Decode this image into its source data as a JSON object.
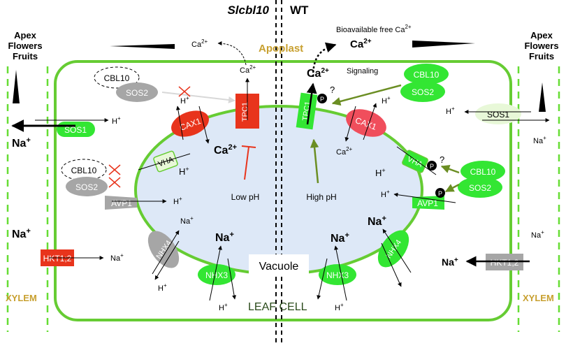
{
  "header": {
    "mutant": "Slcbl10",
    "wildtype": "WT"
  },
  "labels": {
    "apoplast": "Apoplast",
    "vacuole": "Vacuole",
    "leaf_cell": "LEAF CELL",
    "xylem": "XYLEM",
    "apex_line1": "Apex",
    "apex_line2": "Flowers",
    "apex_line3": "Fruits",
    "bioavailable_prefix": "Bioavailable free Ca",
    "signaling": "Signaling",
    "low_ph": "Low pH",
    "high_ph": "High pH",
    "question": "?",
    "p": "P"
  },
  "ions": {
    "ca": "Ca",
    "ca_sup": "2+",
    "h": "H",
    "na": "Na",
    "plus": "+"
  },
  "proteins": {
    "sos1": "SOS1",
    "sos2": "SOS2",
    "cbl10": "CBL10",
    "cax1": "CAX1",
    "tpc1": "TPC1",
    "vha": "VHA",
    "avp1": "AVP1",
    "nhx4": "NHX4",
    "nhx3": "NHX3",
    "hkt": "HKT1;2"
  },
  "colors": {
    "green_fill": "#33e633",
    "green_border": "#66cc33",
    "light_green": "#e8f8d8",
    "red": "#e8341c",
    "pink": "#f04e5c",
    "gray": "#a6a6a6",
    "vacuole": "#dde8f7",
    "olive_arrow": "#6b8e23",
    "gold": "#c8a030"
  }
}
